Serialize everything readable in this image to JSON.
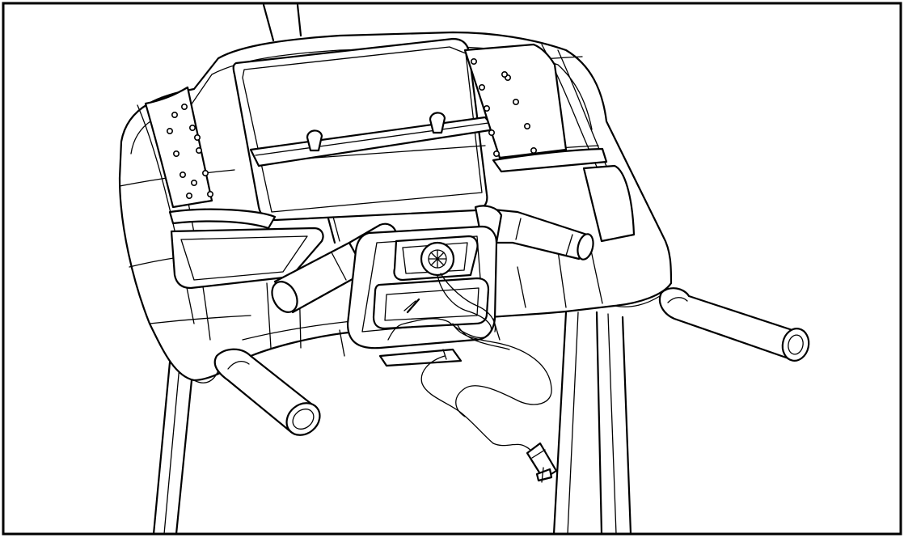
{
  "figure": {
    "subject": "treadmill-console-with-safety-key-and-clip",
    "style": "black line art on white",
    "colors": {
      "line": "#000000",
      "background": "#ffffff"
    },
    "console": {
      "left_speaker_holes": 12,
      "right_speaker_holes": 10,
      "book_holder_pegs": 2
    },
    "components": [
      "console-housing",
      "display-panel",
      "book-holder",
      "left-speaker-grille",
      "right-speaker-grille",
      "left-handrail",
      "right-handrail",
      "left-crossbar-grip",
      "right-crossbar-grip",
      "safety-key-socket",
      "safety-key",
      "safety-lanyard",
      "safety-clip",
      "left-upright",
      "right-upright"
    ]
  }
}
